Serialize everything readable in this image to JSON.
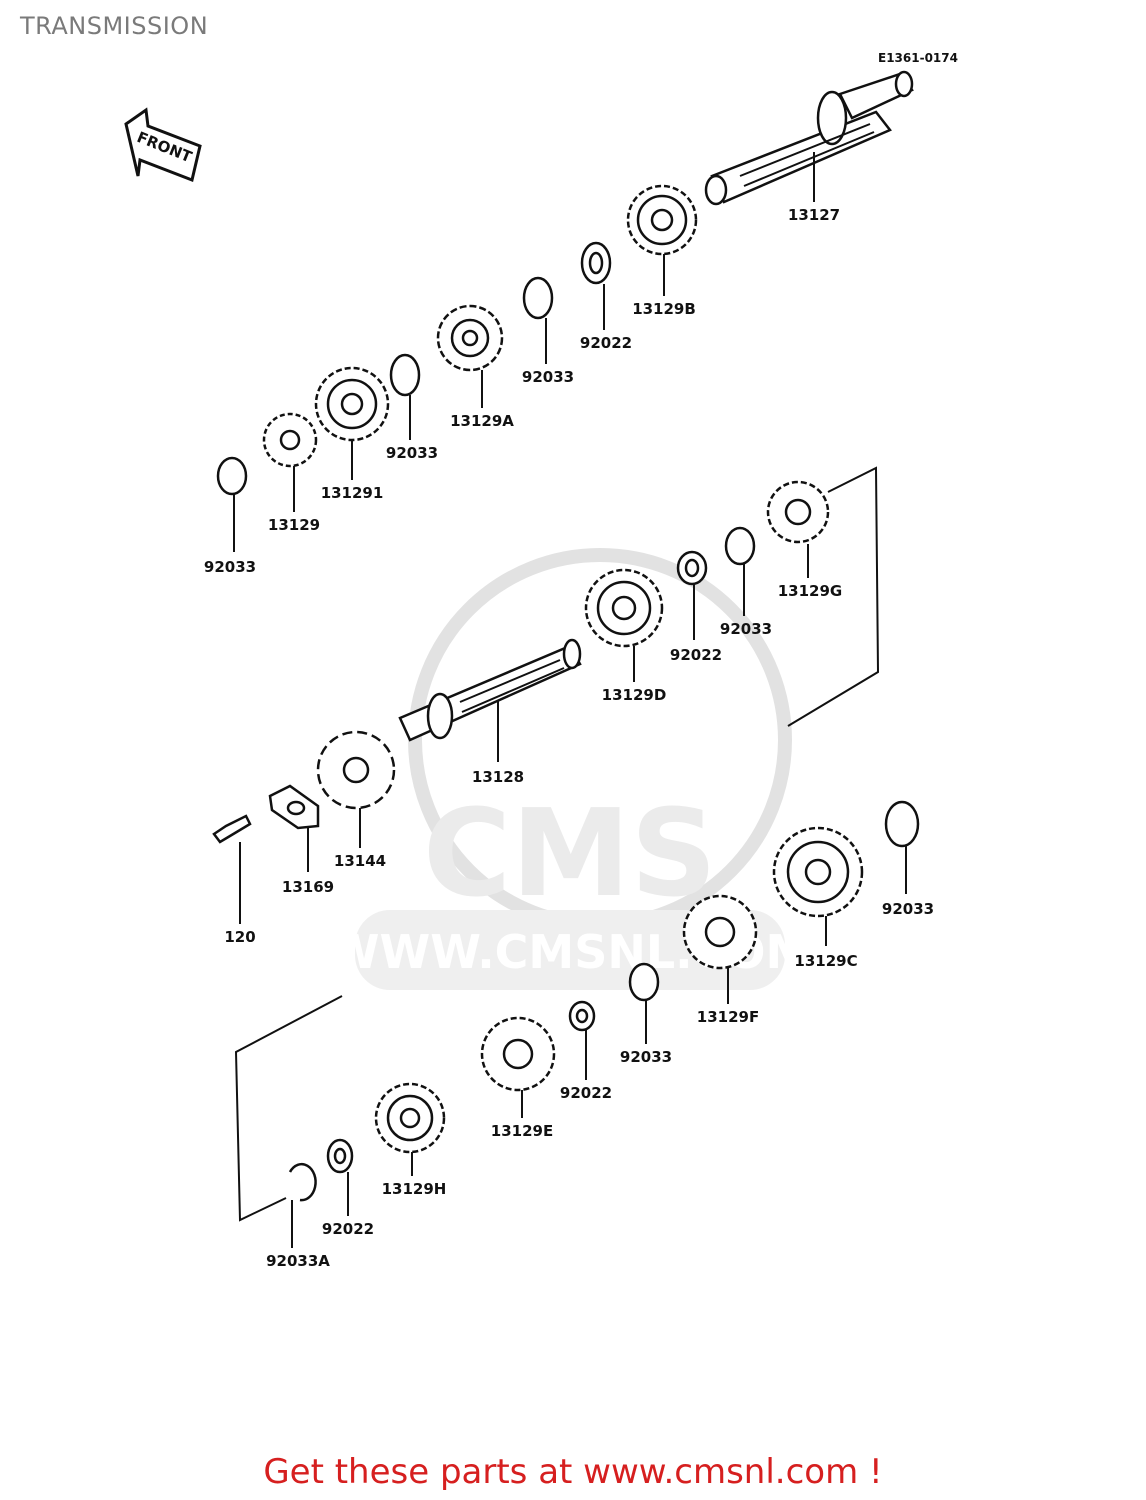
{
  "title": "TRANSMISSION",
  "diagram_code": "E1361-0174",
  "front_label": "FRONT",
  "watermark": {
    "brand": "CMS",
    "url": "WWW.CMSNL.COM"
  },
  "parts": [
    {
      "ref": "13127",
      "name": "shaft"
    },
    {
      "ref": "13129B",
      "name": "gear"
    },
    {
      "ref": "92022",
      "name": "washer"
    },
    {
      "ref": "92033",
      "name": "circlip"
    },
    {
      "ref": "13129A",
      "name": "gear"
    },
    {
      "ref": "92033",
      "name": "circlip"
    },
    {
      "ref": "131291",
      "name": "gear"
    },
    {
      "ref": "13129",
      "name": "gear"
    },
    {
      "ref": "92033",
      "name": "circlip"
    },
    {
      "ref": "13129G",
      "name": "gear"
    },
    {
      "ref": "92033",
      "name": "circlip"
    },
    {
      "ref": "92022",
      "name": "washer"
    },
    {
      "ref": "13129D",
      "name": "gear"
    },
    {
      "ref": "13128",
      "name": "shaft"
    },
    {
      "ref": "13144",
      "name": "sprocket"
    },
    {
      "ref": "13169",
      "name": "plate"
    },
    {
      "ref": "120",
      "name": "bolt"
    },
    {
      "ref": "92033",
      "name": "circlip"
    },
    {
      "ref": "13129C",
      "name": "gear"
    },
    {
      "ref": "13129F",
      "name": "gear"
    },
    {
      "ref": "92033",
      "name": "circlip"
    },
    {
      "ref": "92022",
      "name": "washer"
    },
    {
      "ref": "13129E",
      "name": "gear"
    },
    {
      "ref": "13129H",
      "name": "gear"
    },
    {
      "ref": "92022",
      "name": "washer"
    },
    {
      "ref": "92033A",
      "name": "circlip"
    }
  ],
  "footer": "Get these parts at www.cmsnl.com !"
}
